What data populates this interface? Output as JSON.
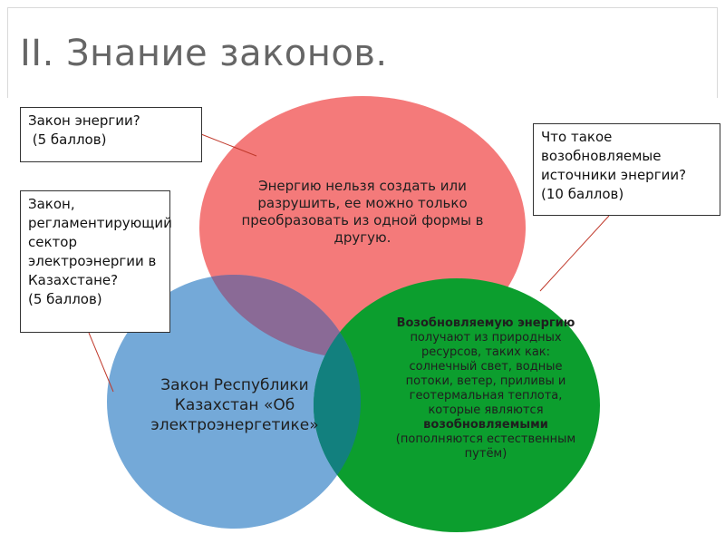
{
  "title": "II. Знание законов.",
  "colors": {
    "red_circle": "#f47a7a",
    "blue_circle": "#74a9d8",
    "green_circle": "#0c9e2e",
    "red_blue_overlap": "#8a6a96",
    "blue_green_overlap": "#12807e"
  },
  "circles": {
    "red_text": "Энергию нельзя создать или разрушить, ее можно только преобразовать из одной формы в другую.",
    "blue_text": "Закон Республики Казахстан «Об электроэнергетике»",
    "green_text": {
      "part1_bold": "Возобновляемую энергию",
      "part2": " получают из природных ресурсов, таких как: солнечный свет, водные потоки, ветер, приливы и геотермальная теплота, которые являются ",
      "part3_bold": "возобновляемыми",
      "part4": " (пополняются естественным путём)"
    }
  },
  "callouts": {
    "energy_law": {
      "line1": "Закон энергии?",
      "line2": " (5 баллов)"
    },
    "kz_law": {
      "text": "Закон, регламентирующий сектор электроэнергии в Казахстане?",
      "points": "(5 баллов)"
    },
    "renewable": {
      "text": "Что такое возобновляемые источники энергии?",
      "points": "(10 баллов)"
    }
  }
}
